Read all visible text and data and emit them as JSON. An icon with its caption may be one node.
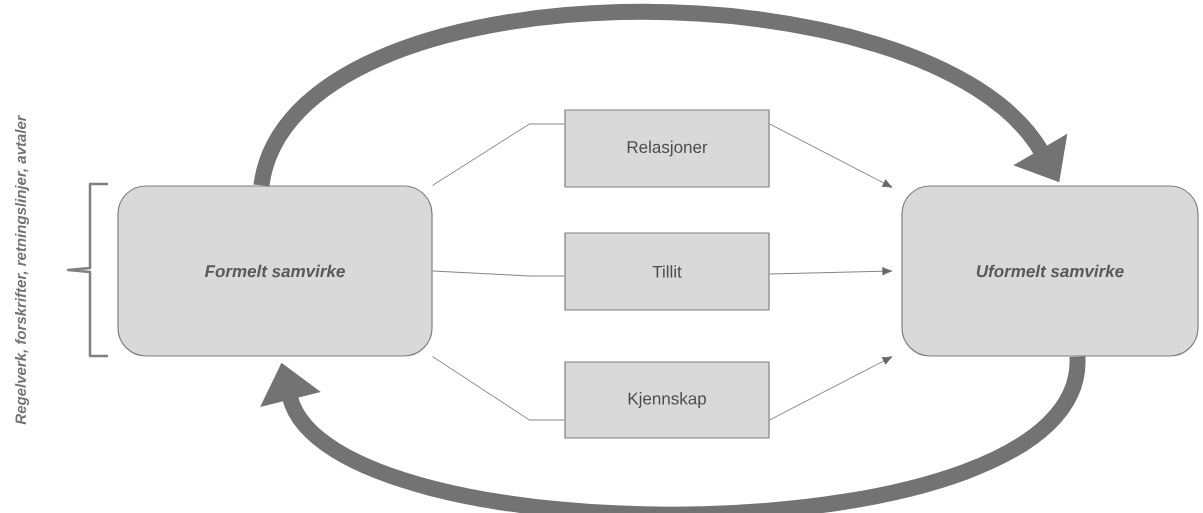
{
  "diagram": {
    "nodes": [
      {
        "text": [
          "Formelt samvirke"
        ]
      },
      {
        "text": [
          "Relasjoner"
        ]
      },
      {
        "text": [
          "Tillit"
        ]
      },
      {
        "text": [
          "Kjennskap"
        ]
      },
      {
        "text": [
          "Uformelt samvirke"
        ]
      }
    ],
    "edges": [
      {
        "from": 0,
        "to": 1,
        "arrow": "none"
      },
      {
        "from": 0,
        "to": 2,
        "arrow": "none"
      },
      {
        "from": 0,
        "to": 3,
        "arrow": "none"
      },
      {
        "from": 1,
        "to": 4,
        "arrow": "to"
      },
      {
        "from": 2,
        "to": 4,
        "arrow": "to"
      },
      {
        "from": 3,
        "to": 4,
        "arrow": "to"
      },
      {
        "from": 0,
        "to": 4,
        "arrow": "to",
        "style": "thick"
      },
      {
        "from": 4,
        "to": 0,
        "arrow": "to",
        "style": "thick"
      }
    ],
    "labels": [
      "Regelverk, forskrifter, retningslinjer, avtaler"
    ]
  }
}
